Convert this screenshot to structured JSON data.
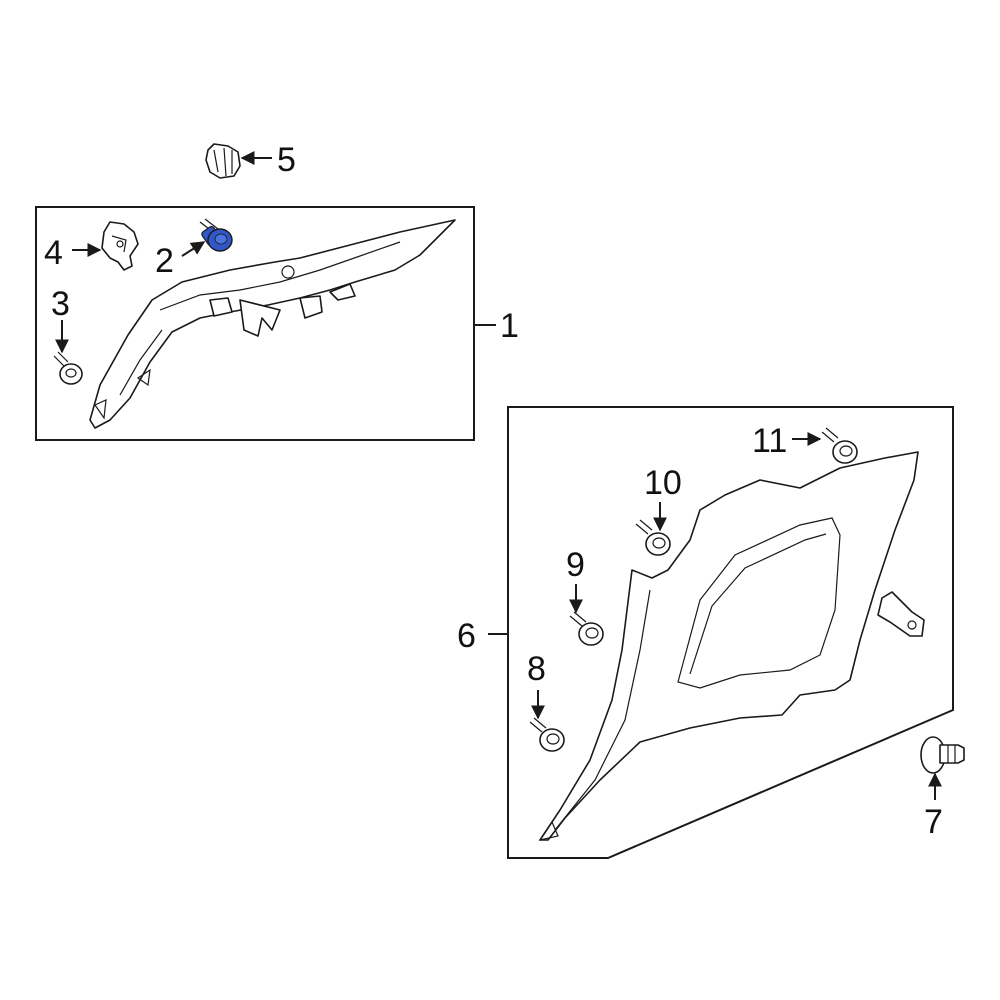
{
  "callouts": {
    "c1": "1",
    "c2": "2",
    "c3": "3",
    "c4": "4",
    "c5": "5",
    "c6": "6",
    "c7": "7",
    "c8": "8",
    "c9": "9",
    "c10": "10",
    "c11": "11"
  },
  "colors": {
    "highlight": "#2f57c7",
    "line": "#1a1a1a",
    "background": "#ffffff"
  }
}
